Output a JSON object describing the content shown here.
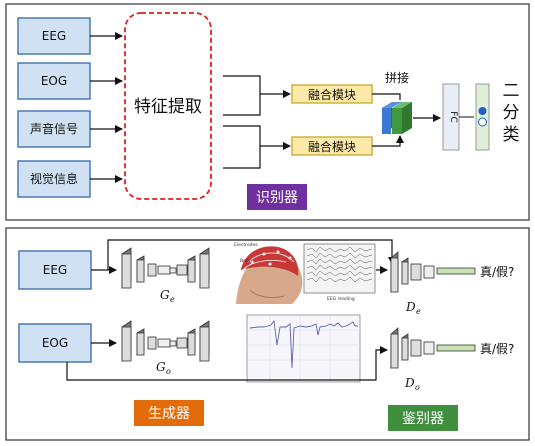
{
  "recognizer": {
    "inputs": [
      "EEG",
      "EOG",
      "声音信号",
      "视觉信息"
    ],
    "feature_extraction": "特征提取",
    "fusion_modules": [
      "融合模块",
      "融合模块"
    ],
    "concat_label": "拼接",
    "fc_label": "FC",
    "output_label": "二分类",
    "tag": "识别器"
  },
  "gan": {
    "rows": [
      {
        "input": "EEG",
        "generator": "G",
        "generator_sub": "e",
        "discriminator": "D",
        "discriminator_sub": "e",
        "output": "真/假?"
      },
      {
        "input": "EOG",
        "generator": "G",
        "generator_sub": "o",
        "discriminator": "D",
        "discriminator_sub": "o",
        "output": "真/假?"
      }
    ],
    "illustration_labels": {
      "electrodes": "Electrodes",
      "brain": "Brain",
      "eeg_reading": "EEG reading"
    },
    "generator_tag": "生成器",
    "discriminator_tag": "鉴别器"
  },
  "colors": {
    "input_box": "#cfe1f2",
    "input_border": "#4a7ab0",
    "fusion_box": "#fdeaa8",
    "fusion_border": "#c9a62a",
    "recognizer_tag": "#7030a0",
    "generator_tag": "#e26b0a",
    "discriminator_tag": "#3f8f3f",
    "feature_border": "#e02020",
    "discriminator_output": "#c6e3b4"
  }
}
